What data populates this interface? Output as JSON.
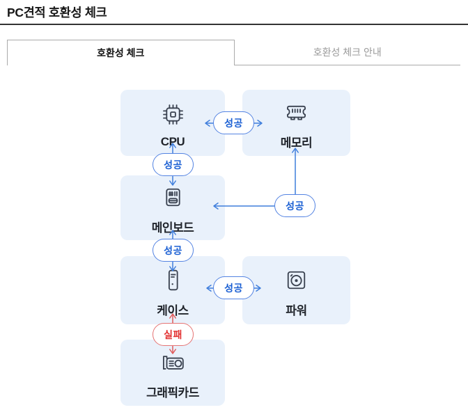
{
  "page": {
    "title": "PC견적 호환성 체크"
  },
  "tabs": {
    "check": {
      "label": "호환성 체크",
      "active": true
    },
    "guide": {
      "label": "호환성 체크 안내",
      "active": false
    }
  },
  "components": {
    "cpu": {
      "label": "CPU",
      "icon": "cpu-icon"
    },
    "memory": {
      "label": "메모리",
      "icon": "ram-icon"
    },
    "mainboard": {
      "label": "메인보드",
      "icon": "mainboard-icon"
    },
    "case": {
      "label": "케이스",
      "icon": "case-icon"
    },
    "power": {
      "label": "파워",
      "icon": "power-icon"
    },
    "gpu": {
      "label": "그래픽카드",
      "icon": "gpu-icon"
    }
  },
  "checks": {
    "cpu_memory": {
      "result": "성공",
      "status": "success"
    },
    "cpu_mainboard": {
      "result": "성공",
      "status": "success"
    },
    "memory_mainboard": {
      "result": "성공",
      "status": "success"
    },
    "mainboard_case": {
      "result": "성공",
      "status": "success"
    },
    "case_power": {
      "result": "성공",
      "status": "success"
    },
    "case_gpu": {
      "result": "실패",
      "status": "fail"
    }
  },
  "colors": {
    "card_bg": "#E9F1FB",
    "success_text": "#1A5FD3",
    "success_border": "#5383E2",
    "fail_text": "#E23030",
    "fail_border": "#E57373",
    "arrow_blue": "#3F7EDC",
    "arrow_red": "#E05A5A",
    "icon": "#3A4250"
  }
}
